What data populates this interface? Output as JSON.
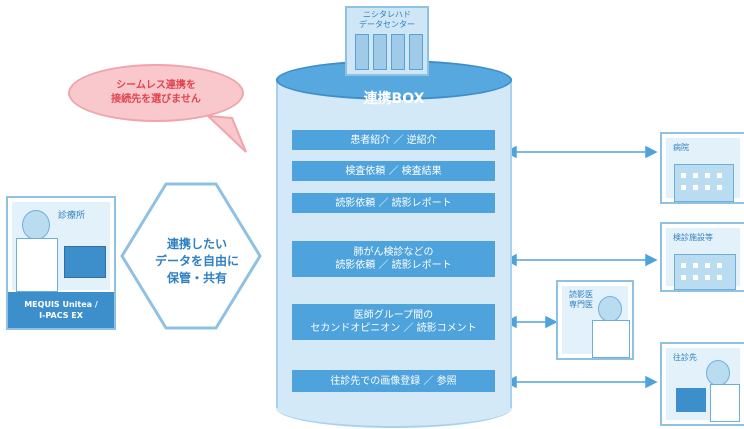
{
  "datacenter": {
    "label_line1": "ニシタレハド",
    "label_line2": "データセンター"
  },
  "box_title": "連携BOX",
  "bubble": {
    "line1": "シームレス連携を",
    "line2": "接続先を選びません"
  },
  "clinic": {
    "label": "診療所",
    "product_line1": "MEQUIS Unitea /",
    "product_line2": "I-PACS EX"
  },
  "center_text": {
    "line1": "連携したい",
    "line2": "データを自由に",
    "line3": "保管・共有"
  },
  "functions": [
    {
      "line1": "患者紹介 ／ 逆紹介",
      "line2": ""
    },
    {
      "line1": "検査依頼 ／ 検査結果",
      "line2": ""
    },
    {
      "line1": "読影依頼 ／ 読影レポート",
      "line2": ""
    },
    {
      "line1": "肺がん検診などの",
      "line2": "読影依頼 ／ 読影レポート"
    },
    {
      "line1": "医師グループ間の",
      "line2": "セカンドオピニオン ／ 読影コメント"
    },
    {
      "line1": "往診先での画像登録 ／ 参照",
      "line2": ""
    }
  ],
  "partners": [
    {
      "label": "病院"
    },
    {
      "label": "検診施設等"
    },
    {
      "label": "読影医\n専門医"
    },
    {
      "label": "往診先"
    }
  ],
  "colors": {
    "primary": "#4ea3dc",
    "light": "#d4e9f7",
    "accent": "#e2444f"
  }
}
